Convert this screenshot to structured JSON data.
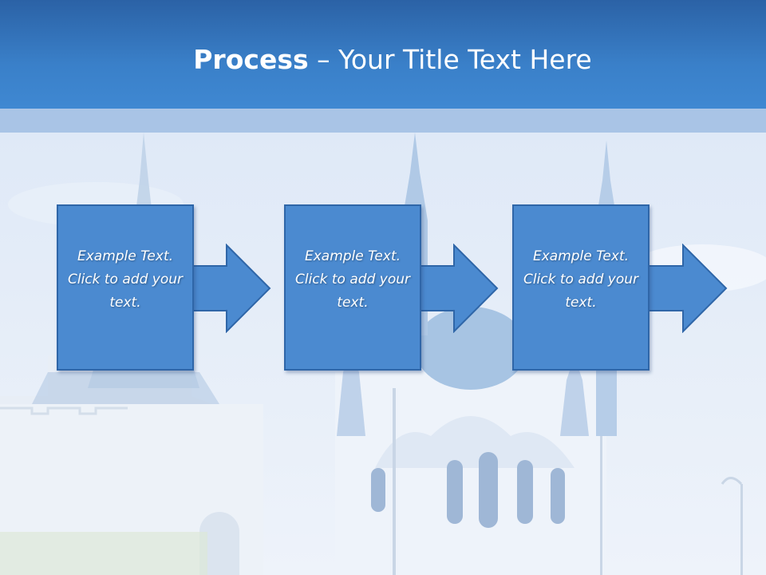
{
  "slide": {
    "title_bold": "Process",
    "title_rest": " – Your Title Text Here"
  },
  "steps": [
    {
      "text": "Example Text. Click  to add your text."
    },
    {
      "text": "Example Text. Click  to add your text."
    },
    {
      "text": "Example Text. Click  to add your text."
    }
  ],
  "icons": {
    "connector": "right-arrow-icon"
  },
  "colors": {
    "header_dark": "#2b62a6",
    "header_light": "#3f88d2",
    "box_fill": "#4b8ad0",
    "box_border": "#2f66a8",
    "title_text": "#ffffff"
  }
}
